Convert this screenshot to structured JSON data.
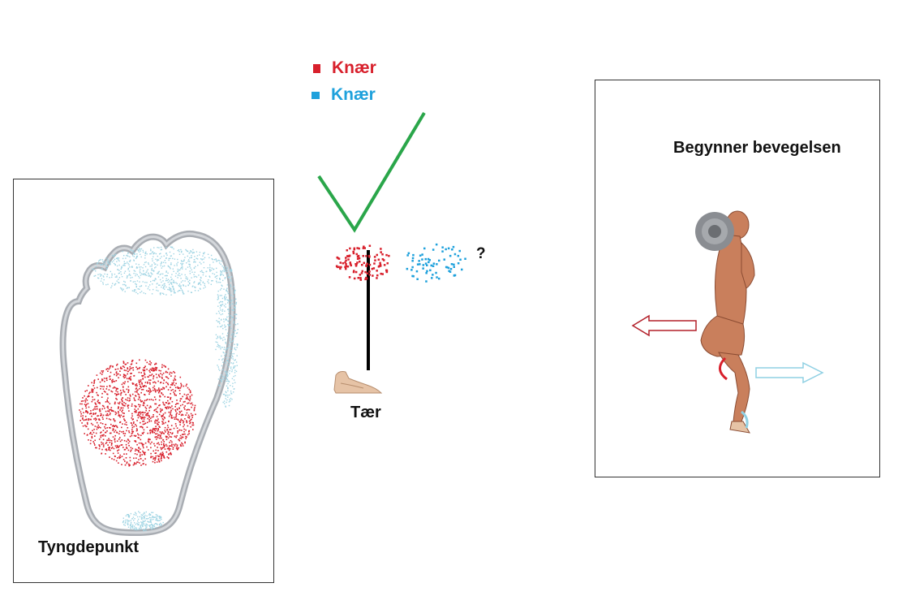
{
  "legend": [
    {
      "label": "Knær",
      "color": "#d8202c"
    },
    {
      "label": "Knær",
      "color": "#1ea1dc"
    }
  ],
  "labels": {
    "question": "?",
    "toes": "Tær",
    "center_of_gravity": "Tyngdepunkt",
    "starts_movement": "Begynner bevegelsen"
  },
  "colors": {
    "red": "#d8202c",
    "blue": "#1ea1dc",
    "check": "#2aa64a",
    "foot_outline": "#a9adb3",
    "light_blue": "#9fd4e3"
  },
  "icons": {
    "checkmark": "check-icon",
    "foot": "foot-outline-icon",
    "lifter": "barbell-squat-figure-icon"
  }
}
